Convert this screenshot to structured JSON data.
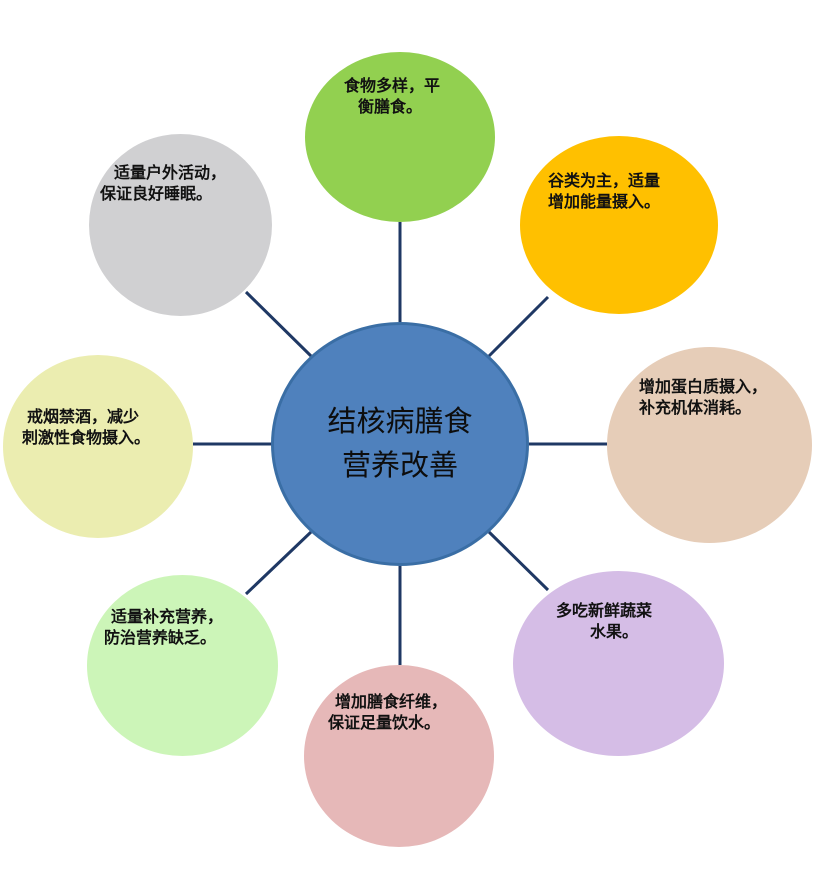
{
  "center": {
    "lines": [
      "结核病膳食",
      "营养改善"
    ],
    "color": "#4f81bd"
  },
  "nodes": [
    {
      "id": "balanced-diet",
      "lines": [
        "食物多样，平",
        "衡膳食。"
      ],
      "color": "#92d050"
    },
    {
      "id": "grains-energy",
      "lines": [
        "谷类为主，适量",
        "增加能量摄入。"
      ],
      "color": "#ffc000"
    },
    {
      "id": "protein",
      "lines": [
        "增加蛋白质摄入，",
        "补充机体消耗。"
      ],
      "color": "#e6cdb8"
    },
    {
      "id": "vegetables-fruit",
      "lines": [
        "多吃新鲜蔬菜",
        "水果。"
      ],
      "color": "#d5bde6"
    },
    {
      "id": "fiber-water",
      "lines": [
        "增加膳食纤维，",
        "保证足量饮水。"
      ],
      "color": "#e6b8b8"
    },
    {
      "id": "supplements",
      "lines": [
        "适量补充营养，",
        "防治营养缺乏。"
      ],
      "color": "#ccf5b8"
    },
    {
      "id": "no-smoking-alcohol",
      "lines": [
        "戒烟禁酒，减少",
        "刺激性食物摄入。"
      ],
      "color": "#ebedb0"
    },
    {
      "id": "outdoor-sleep",
      "lines": [
        "适量户外活动，",
        "保证良好睡眠。"
      ],
      "color": "#d0d0d2"
    }
  ]
}
